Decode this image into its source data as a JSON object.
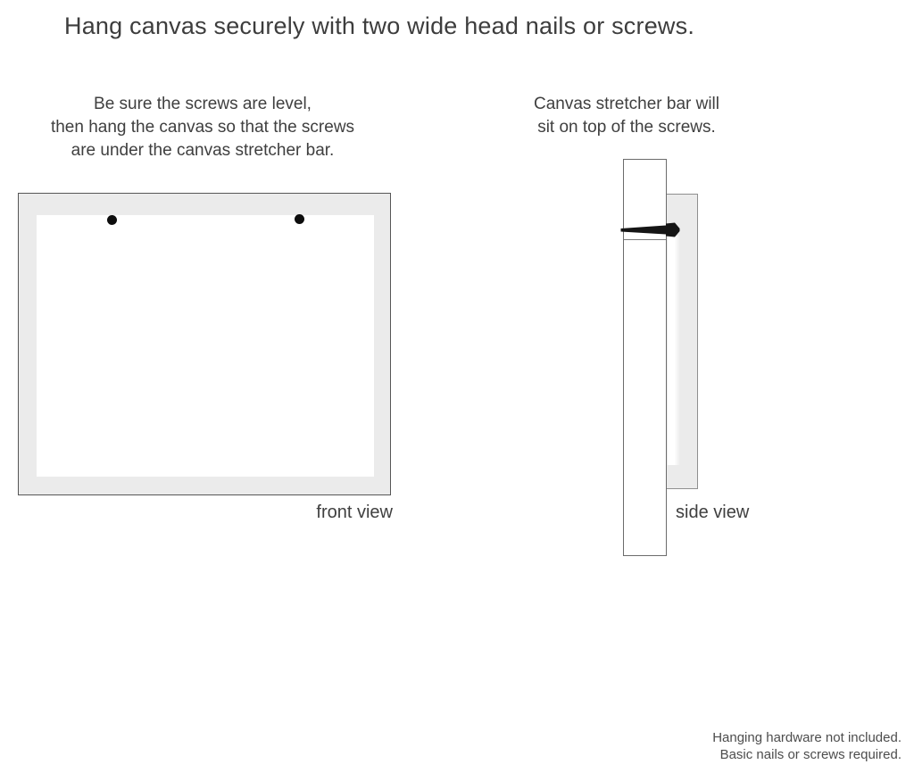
{
  "title": "Hang canvas securely with two wide head nails or screws.",
  "instructions": {
    "front": {
      "lines": [
        "Be sure the screws are level,",
        "then hang the canvas so that the screws",
        "are under the canvas stretcher bar."
      ]
    },
    "side": {
      "lines": [
        "Canvas stretcher bar will",
        "sit on top of the screws."
      ]
    }
  },
  "diagrams": {
    "front_view": {
      "label": "front view",
      "nail_count": 2
    },
    "side_view": {
      "label": "side view",
      "nail_count": 1
    }
  },
  "footnote": {
    "lines": [
      "Hanging hardware not included.",
      "Basic nails or screws required."
    ]
  },
  "colors": {
    "background": "#ffffff",
    "canvas_fill": "#ebebeb",
    "frame_border": "#565656",
    "side_border": "#8f8f8f",
    "nail": "#151515",
    "text": "#3f3f3f",
    "footnote_text": "#4d4d4d"
  }
}
